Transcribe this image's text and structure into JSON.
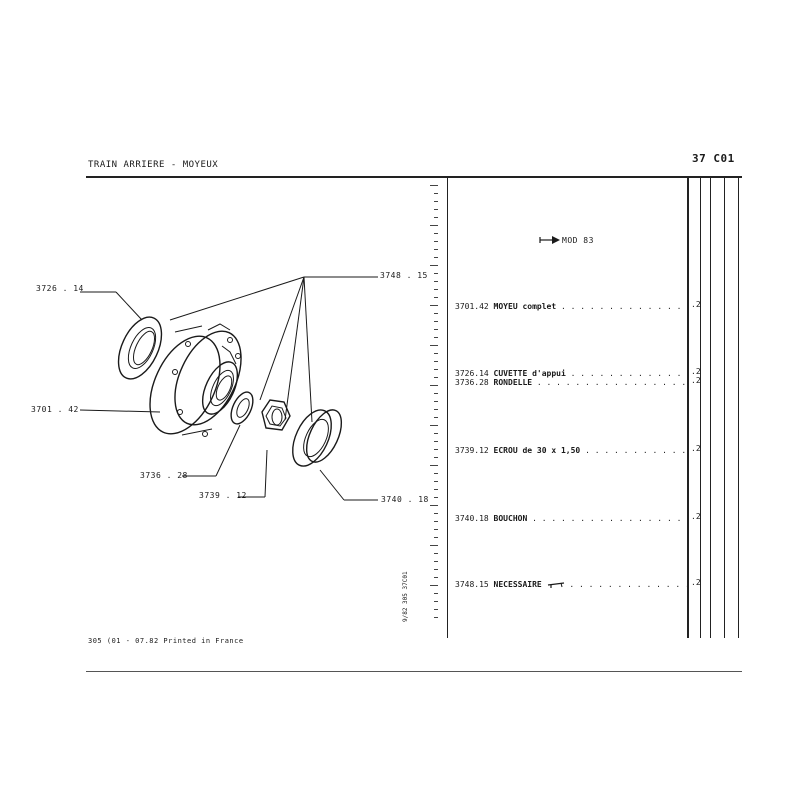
{
  "header": {
    "title": "TRAIN ARRIERE - MOYEUX",
    "code": "37 C01"
  },
  "modifier": "MOD 83",
  "diagram_labels": {
    "l3726": "3726 . 14",
    "l3748": "3748 . 15",
    "l3701": "3701 . 42",
    "l3736": "3736 . 28",
    "l3739": "3739 . 12",
    "l3740": "3740 . 18"
  },
  "parts": [
    {
      "ref": "3701.42",
      "name": "MOYEU complet",
      "qty": ".2"
    },
    {
      "ref": "3726.14",
      "name": "CUVETTE d'appui",
      "qty": ".2"
    },
    {
      "ref": "3736.28",
      "name": "RONDELLE",
      "qty": ".2"
    },
    {
      "ref": "3739.12",
      "name": "ECROU de 30 x 1,50",
      "qty": ".2"
    },
    {
      "ref": "3740.18",
      "name": "BOUCHON",
      "qty": ".2"
    },
    {
      "ref": "3748.15",
      "name": "NECESSAIRE",
      "qty": ".2"
    }
  ],
  "footer": {
    "printed": "305 (01 - 07.82 Printed in France",
    "vertical_ref": "9/82 305 37C01"
  },
  "icons": {
    "arrow": "arrow-right-icon",
    "tool": "tool-icon"
  }
}
